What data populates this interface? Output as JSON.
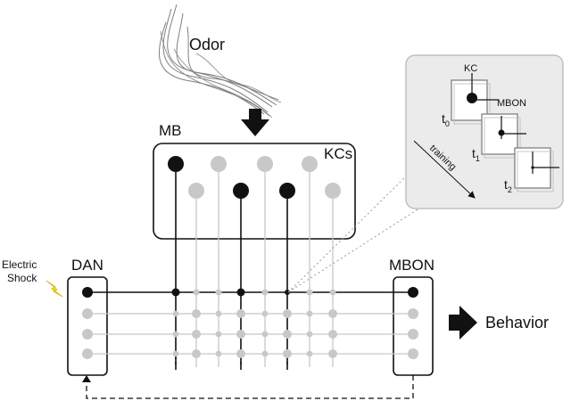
{
  "labels": {
    "odor": "Odor",
    "mb": "MB",
    "kcs": "KCs",
    "dan": "DAN",
    "mbon": "MBON",
    "electric": "Electric",
    "shock": "Shock",
    "behavior": "Behavior"
  },
  "inset": {
    "kc_label": "KC",
    "mbon_label": "MBON",
    "training_label": "training",
    "t0": "t",
    "t0_sub": "0",
    "t1": "t",
    "t1_sub": "1",
    "t2": "t",
    "t2_sub": "2"
  },
  "colors": {
    "active": "#111111",
    "inactive": "#c8c8c8",
    "inset_bg": "#ebebeb",
    "shock_yellow": "#f3e000"
  },
  "kc_active": [
    true,
    false,
    false,
    true,
    false,
    true,
    false,
    false
  ],
  "dan_active": [
    true,
    false,
    false,
    false
  ],
  "mbon_active": [
    true,
    false,
    false,
    false
  ]
}
